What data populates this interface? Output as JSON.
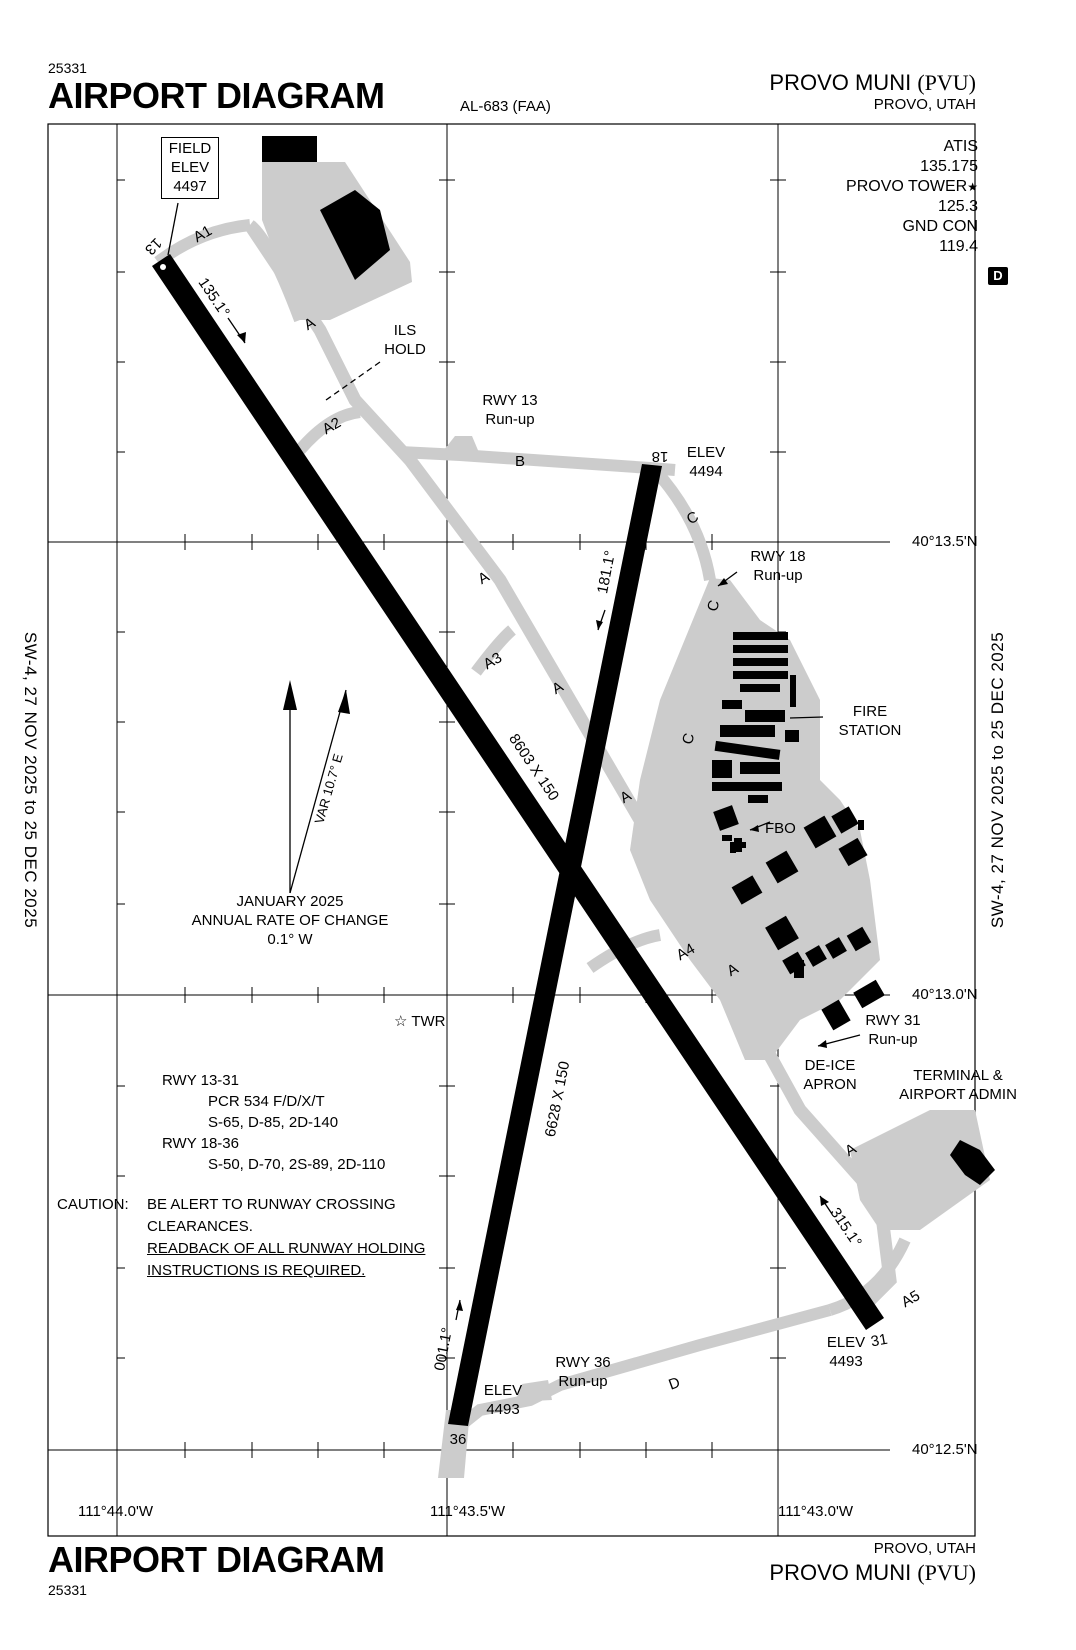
{
  "header": {
    "code": "25331",
    "title": "AIRPORT DIAGRAM",
    "airport_name": "PROVO MUNI",
    "airport_id": "(PVU)",
    "city": "PROVO, UTAH",
    "chart_number": "AL-683 (FAA)"
  },
  "footer": {
    "code": "25331",
    "title": "AIRPORT DIAGRAM",
    "airport_name": "PROVO MUNI",
    "airport_id": "(PVU)",
    "city": "PROVO, UTAH"
  },
  "side_labels": {
    "left": "SW-4, 27 NOV 2025 to 25 DEC 2025",
    "right": "SW-4, 27 NOV 2025 to 25 DEC 2025"
  },
  "frequencies": {
    "atis_label": "ATIS",
    "atis": "135.175",
    "tower_label": "PROVO TOWER",
    "tower_star": "★",
    "tower": "125.3",
    "gnd_label": "GND CON",
    "gnd": "119.4",
    "airspace_class": "D"
  },
  "field_elev": {
    "line1": "FIELD",
    "line2": "ELEV",
    "value": "4497"
  },
  "coordinates": {
    "lat_top": "40°13.5'N",
    "lat_mid": "40°13.0'N",
    "lat_bottom": "40°12.5'N",
    "lon_left": "111°44.0'W",
    "lon_mid": "111°43.5'W",
    "lon_right": "111°43.0'W"
  },
  "runways": {
    "rwy13": "13",
    "rwy31": "31",
    "rwy18": "18",
    "rwy36": "36",
    "hdg135": "135.1°",
    "hdg315": "315.1°",
    "hdg181": "181.1°",
    "hdg001": "001.1°",
    "dim_13_31": "8603 X 150",
    "dim_18_36": "6628 X 150",
    "elev18_label": "ELEV",
    "elev18": "4494",
    "elev31_label": "ELEV",
    "elev31": "4493",
    "elev36_label": "ELEV",
    "elev36": "4493"
  },
  "taxiways": {
    "A": "A",
    "A1": "A1",
    "A2": "A2",
    "A3": "A3",
    "A4": "A4",
    "A5": "A5",
    "B": "B",
    "C": "C",
    "D": "D"
  },
  "labels": {
    "ils_hold_1": "ILS",
    "ils_hold_2": "HOLD",
    "rwy13_runup_1": "RWY 13",
    "rwy13_runup_2": "Run-up",
    "rwy18_runup_1": "RWY 18",
    "rwy18_runup_2": "Run-up",
    "rwy31_runup_1": "RWY 31",
    "rwy31_runup_2": "Run-up",
    "rwy36_runup_1": "RWY 36",
    "rwy36_runup_2": "Run-up",
    "fire_station_1": "FIRE",
    "fire_station_2": "STATION",
    "fbo": "FBO",
    "deice_1": "DE-ICE",
    "deice_2": "APRON",
    "terminal_1": "TERMINAL &",
    "terminal_2": "AIRPORT ADMIN",
    "twr": "TWR",
    "variation": "VAR 10.7° E"
  },
  "magnetic": {
    "line1": "JANUARY 2025",
    "line2": "ANNUAL RATE OF CHANGE",
    "line3": "0.1° W"
  },
  "pcr": {
    "rwy1": "RWY 13-31",
    "rwy1_pcr": "PCR 534 F/D/X/T",
    "rwy1_wt": "S-65, D-85, 2D-140",
    "rwy2": "RWY 18-36",
    "rwy2_wt": "S-50, D-70, 2S-89, 2D-110"
  },
  "caution": {
    "prefix": "CAUTION:",
    "line1": "BE ALERT TO RUNWAY CROSSING",
    "line2": "CLEARANCES.",
    "line3": "READBACK OF ALL RUNWAY HOLDING",
    "line4": "INSTRUCTIONS IS REQUIRED."
  }
}
